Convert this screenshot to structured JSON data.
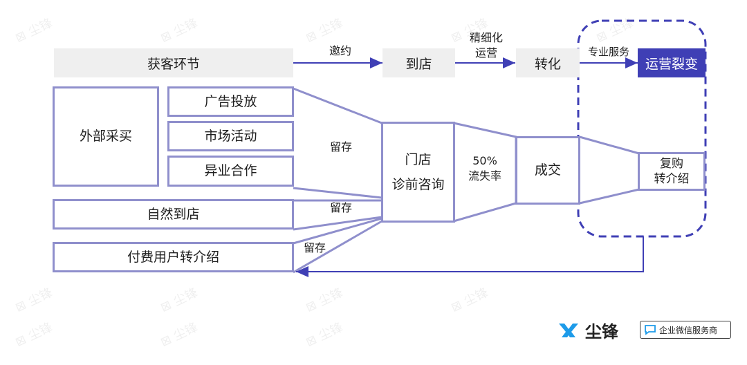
{
  "top_flow": {
    "stage1": "获客环节",
    "arrow1": "邀约",
    "stage2": "到店",
    "arrow2_line1": "精细化",
    "arrow2_line2": "运营",
    "stage3": "转化",
    "arrow3": "专业服务",
    "stage4": "运营裂变"
  },
  "sources": {
    "external": "外部采买",
    "ads": "广告投放",
    "marketing": "市场活动",
    "crossover": "异业合作",
    "natural": "自然到店",
    "referral": "付费用户转介绍"
  },
  "retention": {
    "label1": "留存",
    "label2": "留存",
    "label3": "留存"
  },
  "funnel": {
    "consult_line1": "门店",
    "consult_line2": "诊前咨询",
    "loss_line1": "50%",
    "loss_line2": "流失率",
    "deal": "成交",
    "rebuy_line1": "复购",
    "rebuy_line2": "转介绍"
  },
  "brand": {
    "name": "尘锋",
    "badge": "企业微信服务商",
    "watermark": "尘锋"
  },
  "colors": {
    "accent": "#3f3fb5",
    "line": "#8f8fcc",
    "gray": "#efefef"
  }
}
